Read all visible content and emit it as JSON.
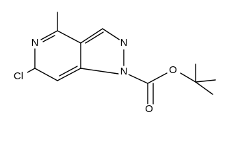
{
  "molecule": {
    "atom_labels": {
      "n_ring": "N",
      "n_pyrazole_2": "N",
      "n_pyrazole_1": "N",
      "chlorine": "Cl",
      "ester_oxygen": "O",
      "carbonyl_oxygen": "O"
    }
  },
  "colors": {
    "bond": "#000000",
    "label": "#000000",
    "background": "#ffffff"
  }
}
